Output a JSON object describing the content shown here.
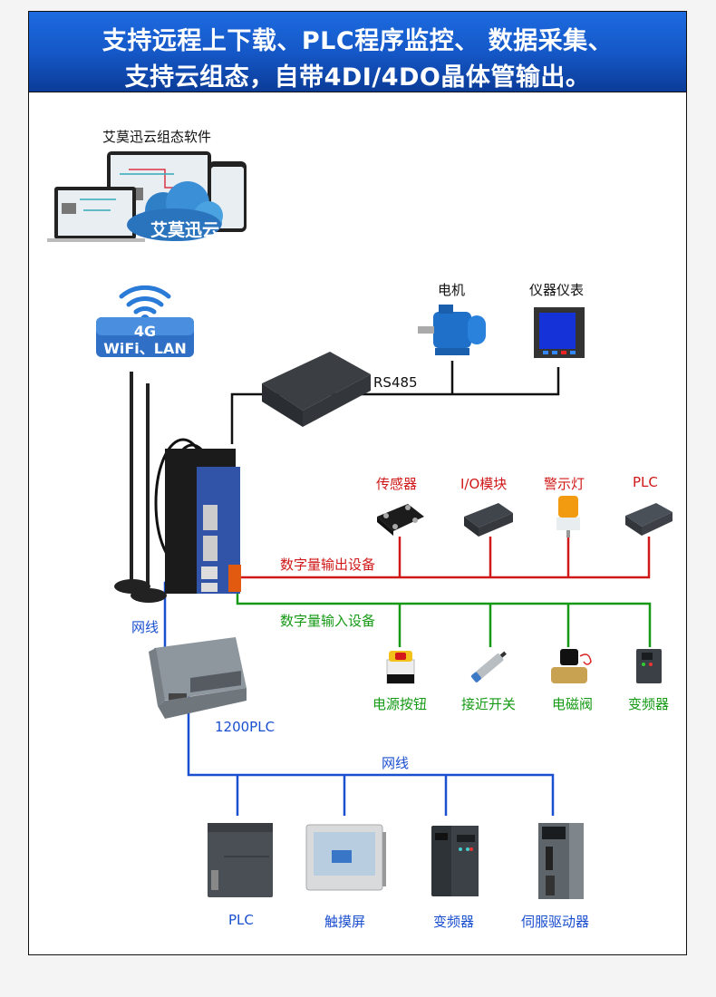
{
  "banner": {
    "line1": "支持远程上下载、PLC程序监控、 数据采集、",
    "line2": "支持云组态，自带4DI/4DO晶体管输出。"
  },
  "cloud_software": {
    "title": "艾莫迅云组态软件",
    "cloud_label": "艾莫迅云"
  },
  "connectivity": {
    "line1": "4G",
    "line2": "WiFi、LAN"
  },
  "rs485": {
    "bus_label": "RS485",
    "devices": [
      {
        "label": "电机"
      },
      {
        "label": "仪器仪表"
      }
    ]
  },
  "digital_output": {
    "bus_label": "数字量输出设备",
    "color": "#d01818",
    "devices": [
      {
        "label": "传感器"
      },
      {
        "label": "I/O模块"
      },
      {
        "label": "警示灯"
      },
      {
        "label": "PLC"
      }
    ]
  },
  "digital_input": {
    "bus_label": "数字量输入设备",
    "color": "#169a16",
    "devices": [
      {
        "label": "电源按钮"
      },
      {
        "label": "接近开关"
      },
      {
        "label": "电磁阀"
      },
      {
        "label": "变频器"
      }
    ]
  },
  "ethernet": {
    "cable_label": "网线",
    "plc_label": "1200PLC",
    "color": "#1a4fcf",
    "sub_bus_label": "网线",
    "devices": [
      {
        "label": "PLC"
      },
      {
        "label": "触摸屏"
      },
      {
        "label": "变频器"
      },
      {
        "label": "伺服驱动器"
      }
    ]
  }
}
